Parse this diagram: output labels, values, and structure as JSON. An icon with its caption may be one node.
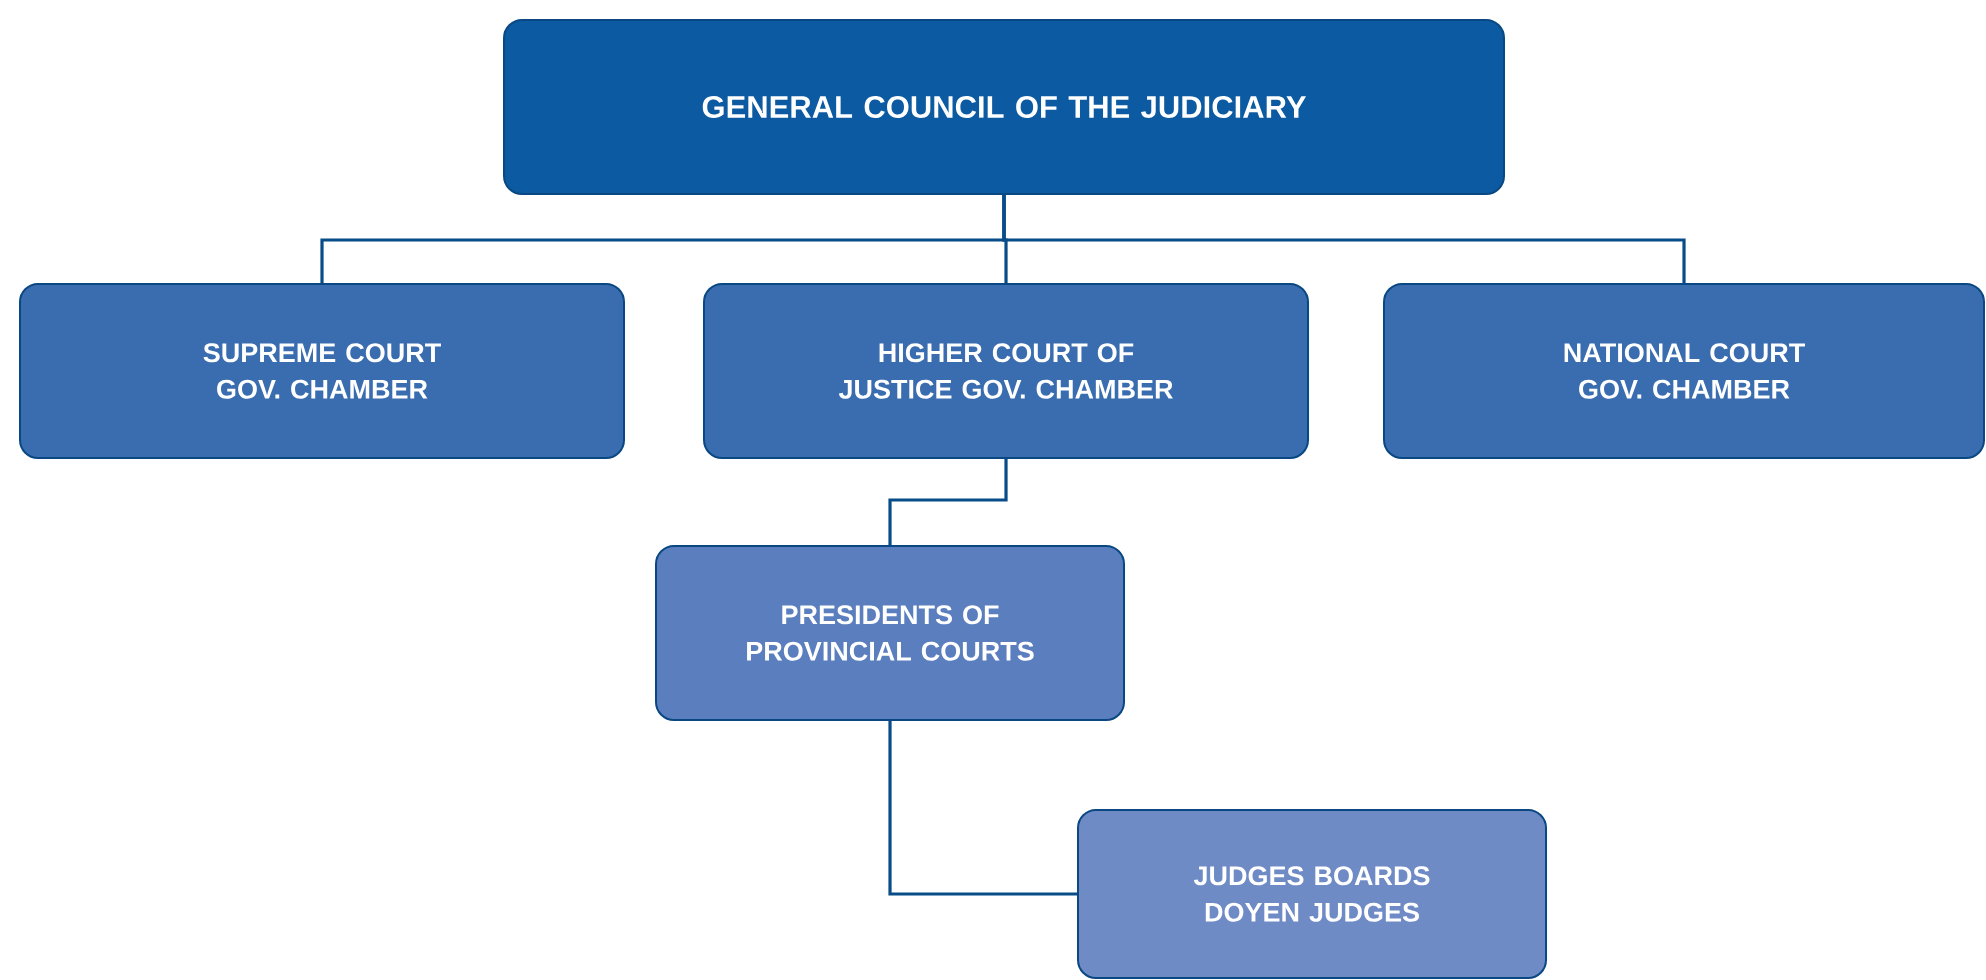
{
  "diagram": {
    "nodes": [
      {
        "text": [
          "GENERAL COUNCIL OF THE JUDICIARY"
        ]
      },
      {
        "text": [
          "SUPREME COURT GOV. CHAMBER"
        ]
      },
      {
        "text": [
          "HIGHER COURT OF JUSTICE GOV. CHAMBER"
        ]
      },
      {
        "text": [
          "NATIONAL COURT GOV. CHAMBER"
        ]
      },
      {
        "text": [
          "PRESIDENTS OF PROVINCIAL COURTS"
        ]
      },
      {
        "text": [
          "JUDGES BOARDS",
          "DOYEN JUDGES"
        ]
      }
    ],
    "edges": [
      {
        "from": 0,
        "to": 1,
        "arrow": "none"
      },
      {
        "from": 0,
        "to": 2,
        "arrow": "none"
      },
      {
        "from": 0,
        "to": 3,
        "arrow": "none"
      },
      {
        "from": 2,
        "to": 4,
        "arrow": "none"
      },
      {
        "from": 4,
        "to": 5,
        "arrow": "none"
      }
    ]
  }
}
